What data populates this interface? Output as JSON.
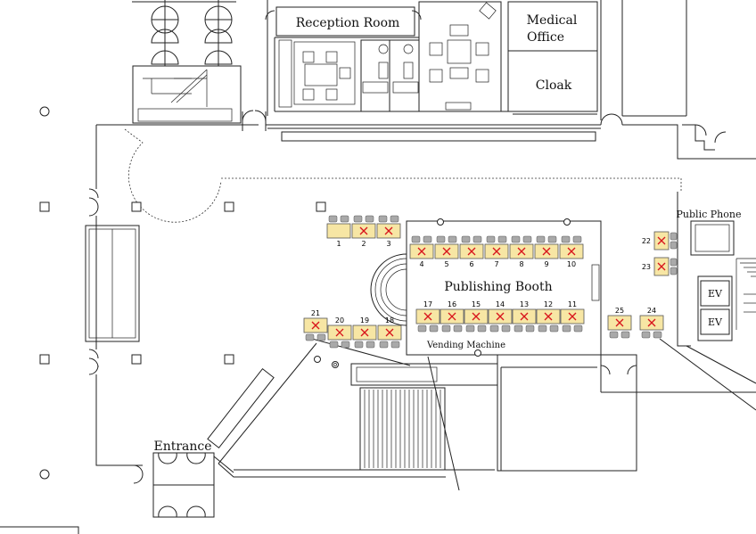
{
  "rooms": {
    "reception": "Reception Room",
    "medical_line1": "Medical",
    "medical_line2": "Office",
    "cloak": "Cloak",
    "public_phone": "Public Phone",
    "publishing_booth": "Publishing Booth",
    "vending_machine": "Vending Machine",
    "entrance": "Entrance",
    "elevator": "EV"
  },
  "booths": [
    {
      "id": "1",
      "marked": false
    },
    {
      "id": "2",
      "marked": true
    },
    {
      "id": "3",
      "marked": true
    },
    {
      "id": "4",
      "marked": true
    },
    {
      "id": "5",
      "marked": true
    },
    {
      "id": "6",
      "marked": true
    },
    {
      "id": "7",
      "marked": true
    },
    {
      "id": "8",
      "marked": true
    },
    {
      "id": "9",
      "marked": true
    },
    {
      "id": "10",
      "marked": true
    },
    {
      "id": "11",
      "marked": true
    },
    {
      "id": "12",
      "marked": true
    },
    {
      "id": "13",
      "marked": true
    },
    {
      "id": "14",
      "marked": true
    },
    {
      "id": "15",
      "marked": true
    },
    {
      "id": "16",
      "marked": true
    },
    {
      "id": "17",
      "marked": true
    },
    {
      "id": "18",
      "marked": true
    },
    {
      "id": "19",
      "marked": true
    },
    {
      "id": "20",
      "marked": true
    },
    {
      "id": "21",
      "marked": true
    },
    {
      "id": "22",
      "marked": true
    },
    {
      "id": "23",
      "marked": true
    },
    {
      "id": "24",
      "marked": true
    },
    {
      "id": "25",
      "marked": true
    }
  ],
  "colors": {
    "table_fill": "#f7e6a4",
    "mark": "#d8141c",
    "chair": "#a9a9a9"
  }
}
